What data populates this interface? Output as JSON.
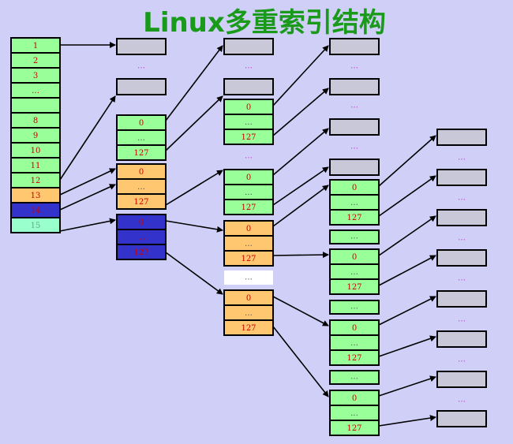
{
  "title": "Linux多重索引结构",
  "colors": {
    "background": "#cfcff7",
    "title": "#1a9a1a",
    "green": "#99ff99",
    "orange": "#ffc870",
    "blue": "#3333cc",
    "gray": "#c8c8d8",
    "mint": "#99ffcc",
    "white": "#ffffff",
    "text_red": "#cc0000",
    "text_dark": "#000000",
    "text_magenta": "#cc33cc",
    "border": "#000000"
  },
  "inode": {
    "cells": [
      {
        "label": "1",
        "kind": "green"
      },
      {
        "label": "2",
        "kind": "green"
      },
      {
        "label": "3",
        "kind": "green"
      },
      {
        "label": "…",
        "kind": "green"
      },
      {
        "label": "",
        "kind": "green"
      },
      {
        "label": "8",
        "kind": "green"
      },
      {
        "label": "9",
        "kind": "green"
      },
      {
        "label": "10",
        "kind": "green"
      },
      {
        "label": "11",
        "kind": "green"
      },
      {
        "label": "12",
        "kind": "green"
      },
      {
        "label": "13",
        "kind": "orange"
      },
      {
        "label": "14",
        "kind": "blue"
      },
      {
        "label": "15",
        "kind": "mint"
      }
    ]
  },
  "index_block_labels": {
    "first": "0",
    "middle": "…",
    "last": "127"
  },
  "gap_dots": "…"
}
